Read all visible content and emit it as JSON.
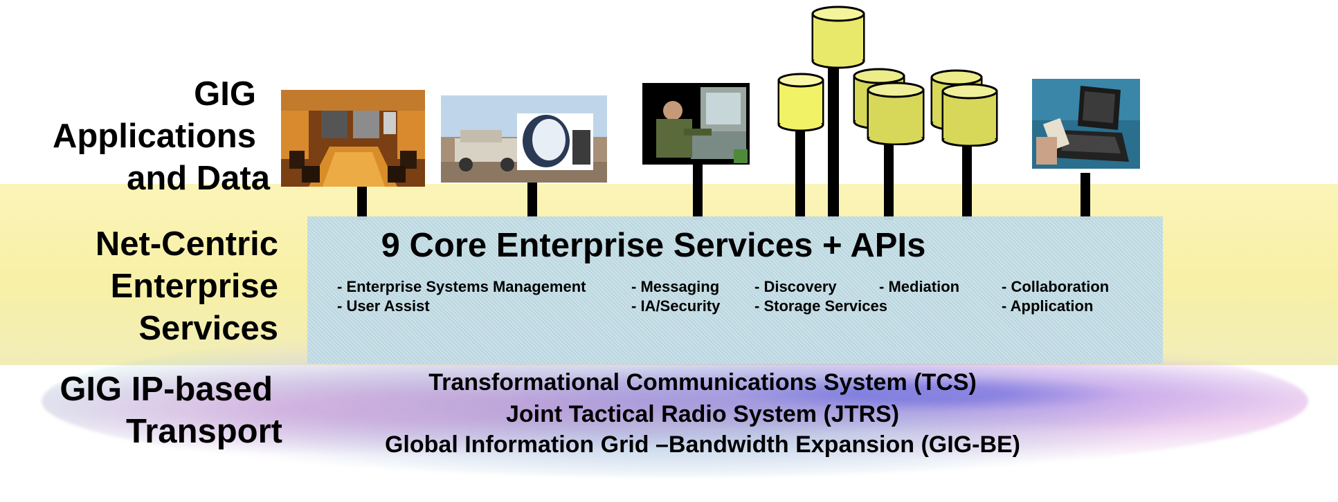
{
  "layers": {
    "applications": [
      "GIG",
      "Applications",
      "and Data"
    ],
    "services": [
      "Net-Centric",
      "Enterprise",
      "Services"
    ],
    "transport": [
      "GIG IP-based",
      "Transport"
    ]
  },
  "core": {
    "title": "9 Core Enterprise Services + APIs",
    "services": [
      "- Enterprise Systems Management",
      "- User Assist",
      "- Messaging",
      "- IA/Security",
      "- Discovery",
      "- Storage Services",
      "- Mediation",
      "- Collaboration",
      "- Application"
    ]
  },
  "transport_systems": [
    "Transformational Communications System (TCS)",
    "Joint Tactical Radio System (JTRS)",
    "Global Information Grid –Bandwidth Expansion (GIG-BE)"
  ],
  "images": [
    {
      "icon": "conference-room-photo"
    },
    {
      "icon": "satellite-vehicle-photo"
    },
    {
      "icon": "soldier-at-console-photo"
    },
    {
      "icon": "database-cylinders"
    },
    {
      "icon": "laptop-device-photo"
    }
  ],
  "colors": {
    "band": "#f7f0a6",
    "services_box": "#bfdbe6",
    "cylinder_fill": "#e8e86a"
  }
}
